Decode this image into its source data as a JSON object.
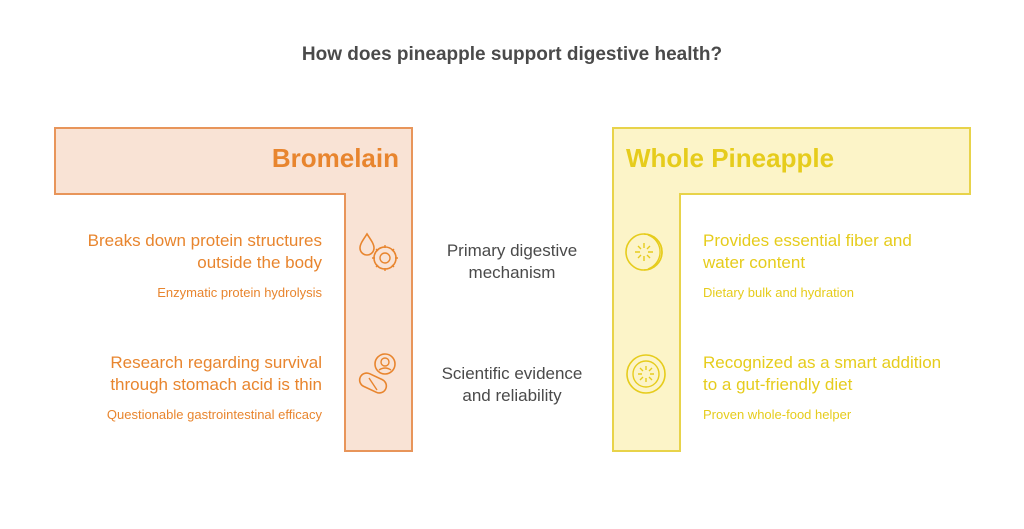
{
  "title": "How does pineapple support digestive health?",
  "left": {
    "label": "Bromelain",
    "items": [
      {
        "title": "Breaks down protein structures outside the body",
        "subtitle": "Enzymatic protein hydrolysis",
        "icon": "enzyme-icon"
      },
      {
        "title": "Research regarding survival through stomach acid is thin",
        "subtitle": "Questionable gastrointestinal efficacy",
        "icon": "stomach-research-icon"
      }
    ]
  },
  "right": {
    "label": "Whole Pineapple",
    "items": [
      {
        "title": "Provides essential fiber and water content",
        "subtitle": "Dietary bulk and hydration",
        "icon": "fruit-slice-icon"
      },
      {
        "title": "Recognized as a smart addition to a gut-friendly diet",
        "subtitle": "Proven whole-food helper",
        "icon": "fruit-slice-icon"
      }
    ]
  },
  "criteria": [
    "Primary digestive mechanism",
    "Scientific evidence and reliability"
  ],
  "colors": {
    "bromelain": "#e8852e",
    "bromelain_fill": "#f9e3d5",
    "pineapple": "#e6cc1c",
    "pineapple_fill": "#fcf4c8"
  }
}
